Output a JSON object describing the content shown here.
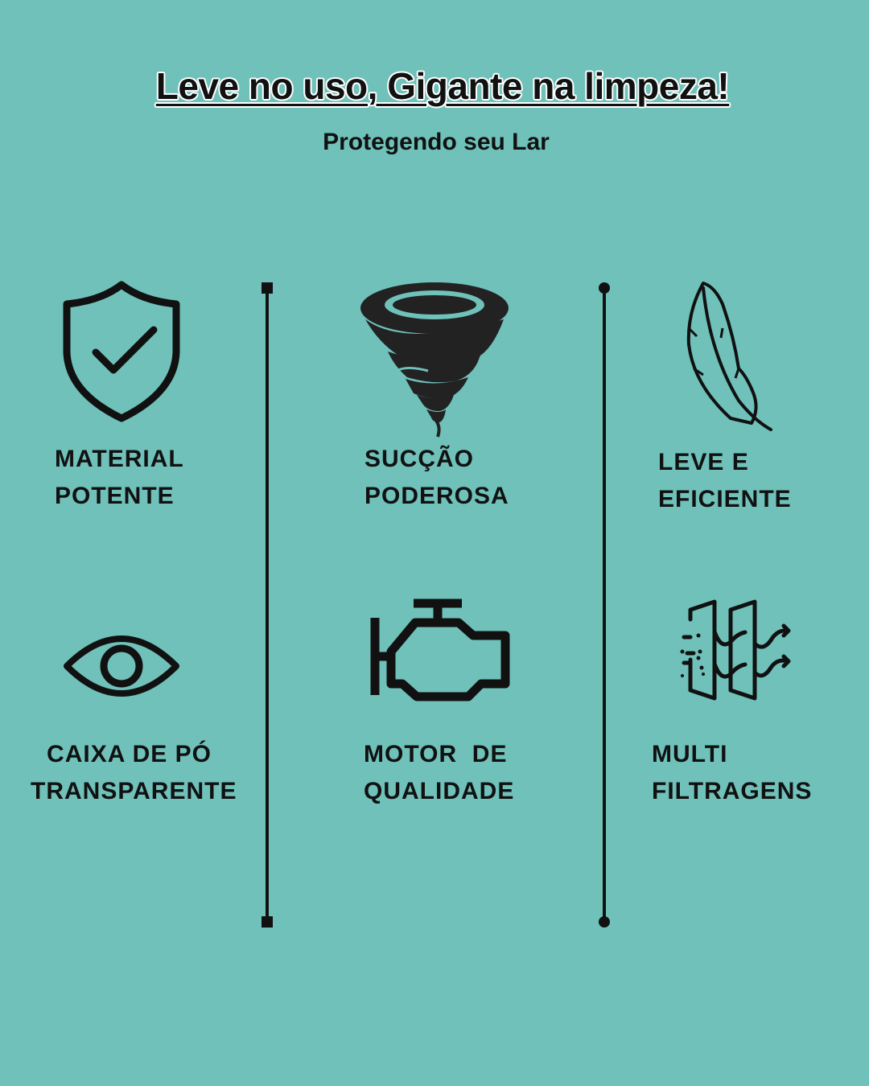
{
  "header": {
    "title": "Leve no uso, Gigante na limpeza!",
    "subtitle": "Protegendo seu Lar"
  },
  "features": [
    {
      "icon": "shield-check-icon",
      "line1": "MATERIAL",
      "line2": "POTENTE"
    },
    {
      "icon": "tornado-icon",
      "line1": "SUCÇÃO",
      "line2": "PODEROSA"
    },
    {
      "icon": "feather-icon",
      "line1": "LEVE E",
      "line2": "EFICIENTE"
    },
    {
      "icon": "eye-icon",
      "line1": "CAIXA DE PÓ",
      "line2": "TRANSPARENTE"
    },
    {
      "icon": "engine-icon",
      "line1": "MOTOR  DE",
      "line2": "QUALIDADE"
    },
    {
      "icon": "filter-icon",
      "line1": "MULTI",
      "line2": "FILTRAGENS"
    }
  ],
  "colors": {
    "background": "#6fc1ba",
    "ink": "#111111"
  }
}
